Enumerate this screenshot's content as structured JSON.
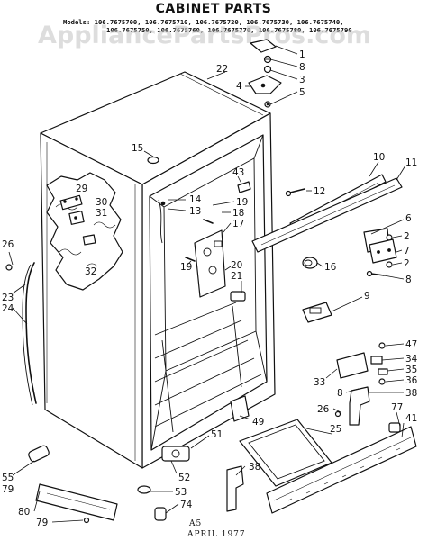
{
  "title": "CABINET PARTS",
  "models_line_1": "Models: 106.7675700, 106.7675710, 106.7675720, 106.7675730, 106.7675740,",
  "models_line_2": "106.7675750, 106.7675760, 106.7675770, 106.7675780, 106.7675790",
  "watermark": "AppliancePartsPros.com",
  "footer_code": "A5",
  "footer_date": "APRIL 1977",
  "callouts": [
    "1",
    "8",
    "3",
    "4",
    "5",
    "22",
    "15",
    "43",
    "10",
    "11",
    "12",
    "29",
    "30",
    "31",
    "14",
    "13",
    "19",
    "18",
    "17",
    "6",
    "2",
    "7",
    "2",
    "8",
    "26",
    "32",
    "16",
    "19",
    "20",
    "21",
    "23",
    "24",
    "9",
    "47",
    "34",
    "33",
    "35",
    "36",
    "8",
    "38",
    "26",
    "77",
    "41",
    "49",
    "25",
    "51",
    "55",
    "79",
    "52",
    "53",
    "38",
    "74",
    "80",
    "79"
  ]
}
